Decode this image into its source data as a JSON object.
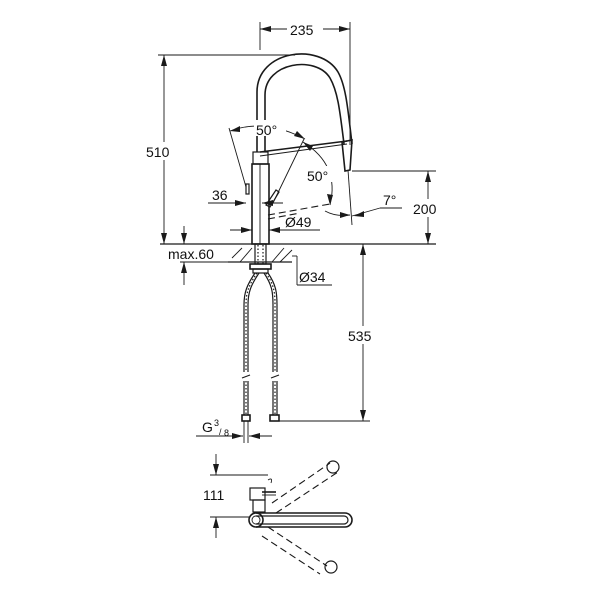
{
  "diagram": {
    "type": "technical-dimension-drawing",
    "subject": "pull-out kitchen faucet",
    "views": [
      "side-elevation",
      "top-plan"
    ],
    "dimensions": {
      "spout_reach": "235",
      "total_height": "510",
      "handle_angle_up": "50°",
      "handle_angle_down": "50°",
      "spray_tilt": "7°",
      "outlet_height": "200",
      "handle_offset": "36",
      "body_diameter": "Ø49",
      "max_deck_thickness": "max.60",
      "mount_hole_diameter": "Ø34",
      "hose_length": "535",
      "connection_thread_prefix": "G",
      "connection_thread_num": "3",
      "connection_thread_den": "8",
      "plan_offset": "111"
    }
  }
}
